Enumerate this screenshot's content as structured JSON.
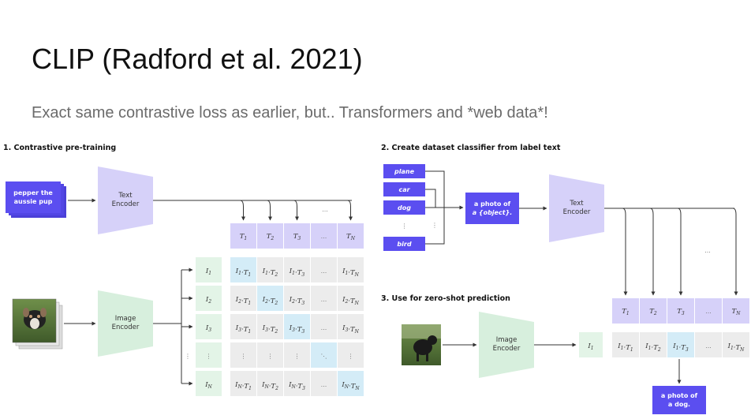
{
  "slide": {
    "title": "CLIP (Radford et al. 2021)",
    "subtitle": "Exact same contrastive loss as earlier, but.. Transformers and *web data*!"
  },
  "diagram": {
    "section1_title": "1. Contrastive pre-training",
    "section2_title": "2. Create dataset classifier from label text",
    "section3_title": "3. Use for zero-shot prediction",
    "text_card_line1": "pepper the",
    "text_card_line2": "aussie pup",
    "text_encoder_line1": "Text",
    "text_encoder_line2": "Encoder",
    "image_encoder_line1": "Image",
    "image_encoder_line2": "Encoder",
    "ellipsis": "...",
    "vdots": "⋮",
    "ddots": "⋱",
    "text_embeddings": [
      "T1",
      "T2",
      "T3",
      "...",
      "TN"
    ],
    "image_embeddings": [
      "I1",
      "I2",
      "I3",
      "⋮",
      "IN"
    ],
    "matrix": [
      [
        "I1·T1",
        "I1·T2",
        "I1·T3",
        "...",
        "I1·TN"
      ],
      [
        "I2·T1",
        "I2·T2",
        "I2·T3",
        "...",
        "I2·TN"
      ],
      [
        "I3·T1",
        "I3·T2",
        "I3·T3",
        "...",
        "I3·TN"
      ],
      [
        "⋮",
        "⋮",
        "⋮",
        "⋱",
        "⋮"
      ],
      [
        "IN·T1",
        "IN·T2",
        "IN·T3",
        "...",
        "IN·TN"
      ]
    ],
    "labels": [
      "plane",
      "car",
      "dog",
      "⋮",
      "bird"
    ],
    "template_line1": "a photo of",
    "template_line2": "a {object}.",
    "zs_image_embedding": "I1",
    "zs_products": [
      "I1·T1",
      "I1·T2",
      "I1·T3",
      "...",
      "I1·TN"
    ],
    "result_line1": "a photo of",
    "result_line2": "a dog.",
    "colors": {
      "purple": "#5b4ef0",
      "encoder_text": "#d6d1f9",
      "encoder_image": "#d7efdd",
      "cell_gray": "#ececec",
      "cell_blue": "#d4ecf7",
      "cell_green": "#e3f4e7"
    }
  }
}
